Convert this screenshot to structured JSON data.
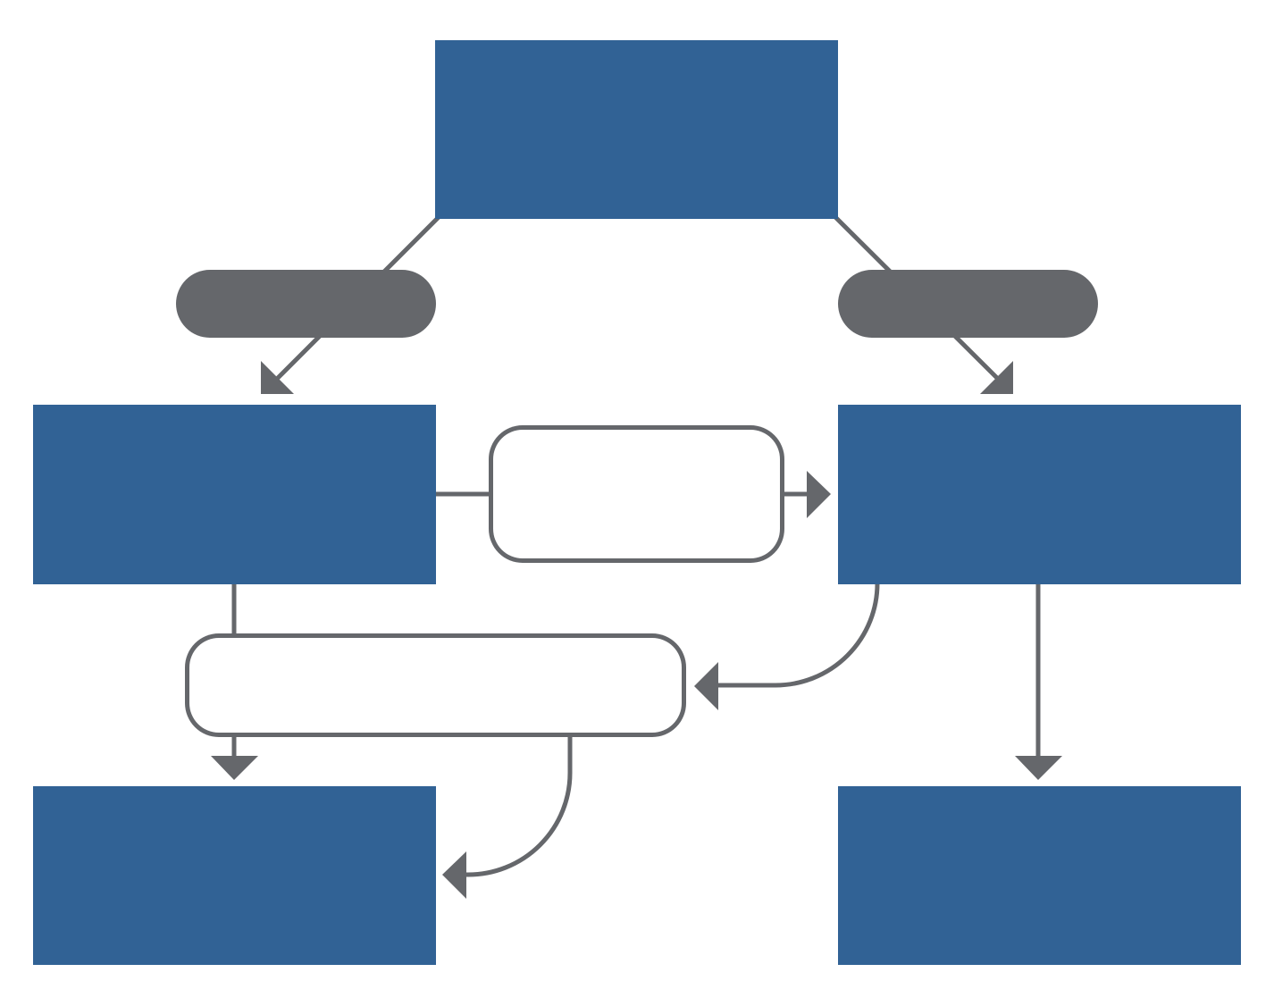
{
  "colors": {
    "box_fill": "#316295",
    "connector": "#65676b",
    "pill_fill": "#65676b",
    "rounded_box_fill": "#ffffff",
    "background": "#ffffff"
  },
  "diagram": {
    "nodes": [
      {
        "id": "top-box",
        "shape": "rectangle",
        "text": ""
      },
      {
        "id": "pill-left",
        "shape": "pill",
        "text": ""
      },
      {
        "id": "pill-right",
        "shape": "pill",
        "text": ""
      },
      {
        "id": "mid-left-box",
        "shape": "rectangle",
        "text": ""
      },
      {
        "id": "mid-right-box",
        "shape": "rectangle",
        "text": ""
      },
      {
        "id": "center-rounded-box",
        "shape": "rounded-rectangle",
        "text": ""
      },
      {
        "id": "lower-rounded-box",
        "shape": "rounded-rectangle",
        "text": ""
      },
      {
        "id": "bottom-left-box",
        "shape": "rectangle",
        "text": ""
      },
      {
        "id": "bottom-right-box",
        "shape": "rectangle",
        "text": ""
      }
    ],
    "edges": [
      {
        "from": "top-box",
        "to": "mid-left-box",
        "via": "pill-left"
      },
      {
        "from": "top-box",
        "to": "mid-right-box",
        "via": "pill-right"
      },
      {
        "from": "mid-left-box",
        "to": "mid-right-box",
        "via": "center-rounded-box"
      },
      {
        "from": "mid-left-box",
        "to": "bottom-left-box",
        "via": "lower-rounded-box"
      },
      {
        "from": "mid-right-box",
        "to": "lower-rounded-box"
      },
      {
        "from": "lower-rounded-box",
        "to": "bottom-left-box"
      },
      {
        "from": "mid-right-box",
        "to": "bottom-right-box"
      }
    ]
  }
}
